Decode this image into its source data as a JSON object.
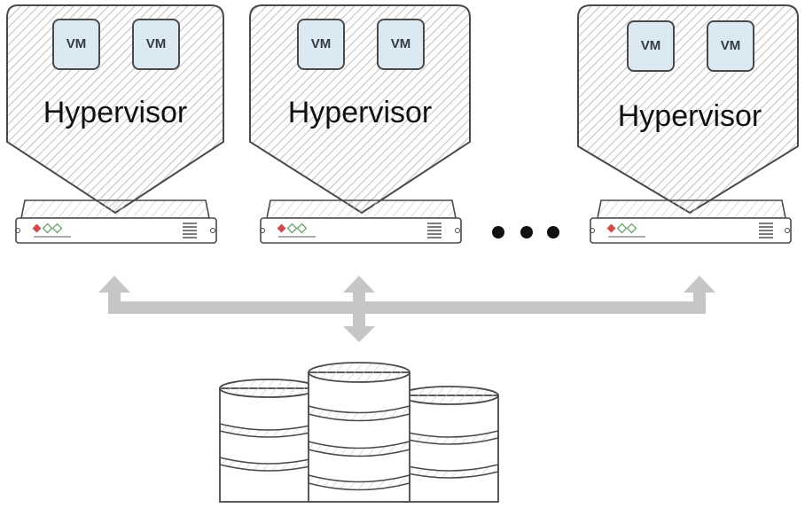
{
  "diagram": {
    "hosts": [
      {
        "hypervisor_label": "Hypervisor",
        "vms": [
          "VM",
          "VM"
        ]
      },
      {
        "hypervisor_label": "Hypervisor",
        "vms": [
          "VM",
          "VM"
        ]
      },
      {
        "hypervisor_label": "Hypervisor",
        "vms": [
          "VM",
          "VM"
        ]
      }
    ],
    "colors": {
      "outline": "#4a4a4a",
      "hatch": "#c4c4c4",
      "vm_fill": "#dbe9f3",
      "connector": "#c6c6c6",
      "led_red": "#d24a4a",
      "led_green": "#6aa36a",
      "dots": "#111111"
    }
  }
}
